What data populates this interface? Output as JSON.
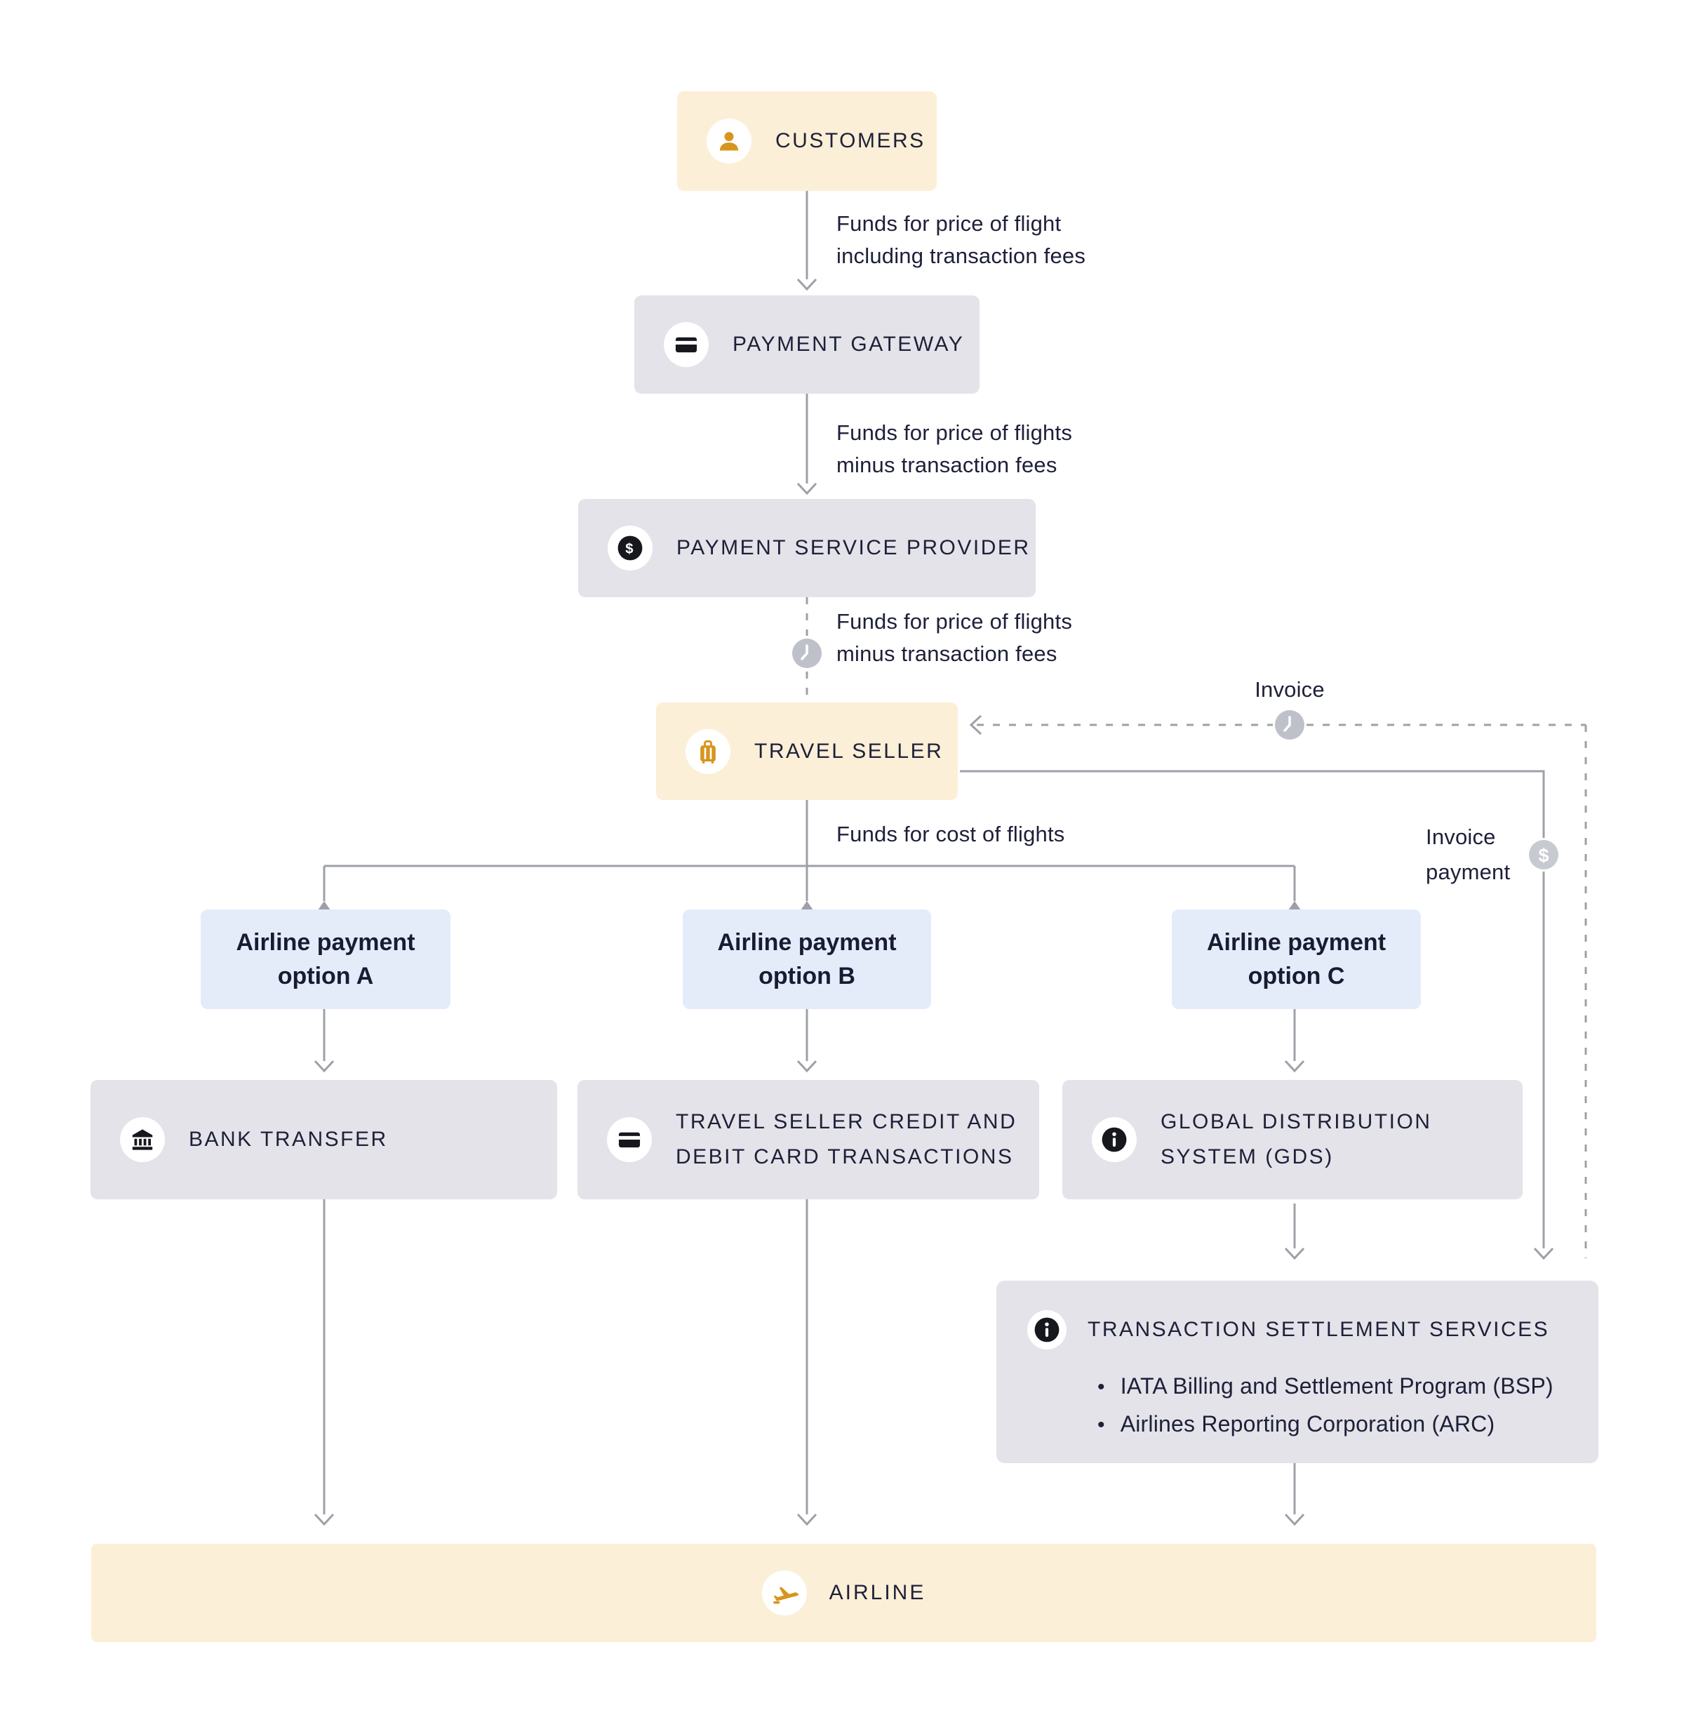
{
  "nodes": {
    "customers": {
      "label": "CUSTOMERS"
    },
    "payment_gateway": {
      "label": "PAYMENT GATEWAY"
    },
    "payment_service_provider": {
      "label": "PAYMENT SERVICE PROVIDER"
    },
    "travel_seller": {
      "label": "TRAVEL SELLER"
    },
    "option_a": {
      "line1": "Airline payment",
      "line2": "option A"
    },
    "option_b": {
      "line1": "Airline payment",
      "line2": "option B"
    },
    "option_c": {
      "line1": "Airline payment",
      "line2": "option C"
    },
    "bank_transfer": {
      "label": "BANK TRANSFER"
    },
    "ts_card_transactions": {
      "line1": "TRAVEL SELLER CREDIT AND",
      "line2": "DEBIT CARD TRANSACTIONS"
    },
    "gds": {
      "line1": "GLOBAL DISTRIBUTION",
      "line2": "SYSTEM (GDS)"
    },
    "tss": {
      "title": "TRANSACTION SETTLEMENT SERVICES",
      "bullet_char": "•",
      "bullets": [
        "IATA Billing and Settlement Program (BSP)",
        "Airlines Reporting Corporation (ARC)"
      ]
    },
    "airline": {
      "label": "AIRLINE"
    }
  },
  "edges": {
    "customers_to_gateway": {
      "line1": "Funds for price of flight",
      "line2": "including transaction fees"
    },
    "gateway_to_psp": {
      "line1": "Funds for price of flights",
      "line2": "minus transaction fees"
    },
    "psp_to_seller": {
      "line1": "Funds for price of flights",
      "line2": "minus transaction fees"
    },
    "seller_to_options": {
      "label": "Funds for cost of flights"
    },
    "invoice": {
      "label": "Invoice"
    },
    "invoice_payment": {
      "line1": "Invoice",
      "line2": "payment"
    },
    "dollar_badge": "$",
    "psp_dollar_badge": "$"
  },
  "colors": {
    "cream": "#FCEFD7",
    "gray_box": "#E3E3E9",
    "light_blue": "#E4ECFA",
    "navy_text": "#1E2039",
    "orange": "#D6951D",
    "line_gray": "#9EA0A8",
    "clock_badge_gray": "#BEC0CA",
    "dollar_badge_gray": "#C8CAD2",
    "icon_black": "#17181E"
  }
}
